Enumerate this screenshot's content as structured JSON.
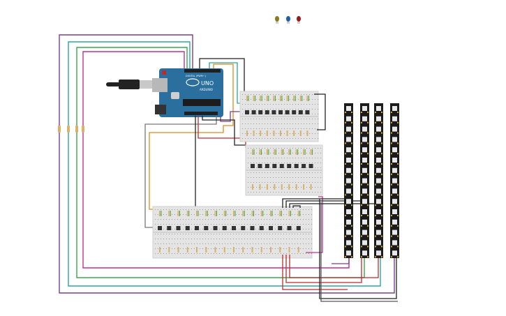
{
  "arduino": {
    "logo": "UNO",
    "brand": "ARDUINO",
    "pin_label": "DIGITAL (PWM~)"
  },
  "leds": [
    {
      "name": "yellow-led",
      "color": "#8a7a1a"
    },
    {
      "name": "blue-led",
      "color": "#1f5fa8"
    },
    {
      "name": "red-led",
      "color": "#9a1a1a"
    }
  ],
  "breadboards": [
    {
      "name": "breadboard-top",
      "switches": 10
    },
    {
      "name": "breadboard-middle",
      "switches": 9
    },
    {
      "name": "breadboard-bottom",
      "switches": 16
    }
  ],
  "led_strips": [
    {
      "name": "led-strip-1",
      "pixels": 15
    },
    {
      "name": "led-strip-2",
      "pixels": 15
    },
    {
      "name": "led-strip-3",
      "pixels": 15
    },
    {
      "name": "led-strip-4",
      "pixels": 15
    }
  ],
  "colors": {
    "board": "#2a6f9e",
    "breadboard": "#e4e4e4",
    "wire_purple": "#7b3f8a",
    "wire_teal": "#2aa6a0",
    "wire_green": "#3aa84a",
    "wire_magenta": "#c0308f",
    "wire_black": "#222222",
    "wire_red": "#c0282d",
    "wire_orange": "#e08a1e",
    "wire_gray": "#777777",
    "strip": "#1b1b1b"
  }
}
